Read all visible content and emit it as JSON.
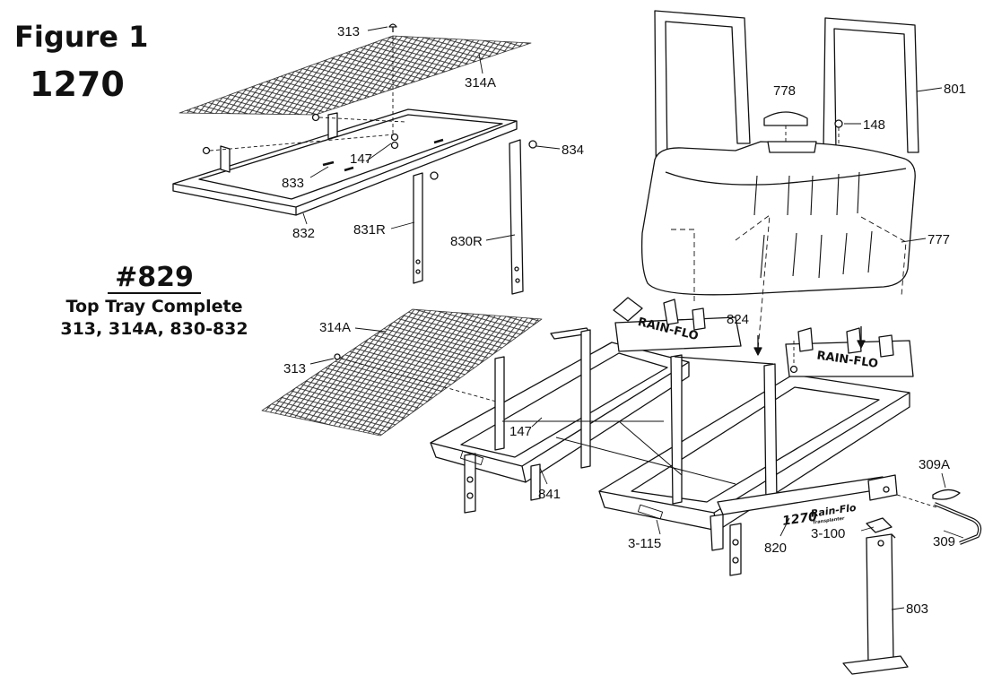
{
  "figure": {
    "title": "Figure 1",
    "model": "1270"
  },
  "kit": {
    "number": "#829",
    "name": "Top Tray Complete",
    "contents": "313, 314A, 830-832"
  },
  "decals": {
    "brand_left": "RAIN-FLO",
    "brand_right": "RAIN-FLO",
    "side_model": "1270",
    "side_brand": "Rain-Flo",
    "side_sub": "Transplanter"
  },
  "parts": {
    "p313_top": "313",
    "p314A_top": "314A",
    "p832": "832",
    "p833": "833",
    "p147_top": "147",
    "p831R": "831R",
    "p830R": "830R",
    "p834": "834",
    "p778": "778",
    "p148": "148",
    "p801": "801",
    "p777": "777",
    "p824": "824",
    "p314A_low": "314A",
    "p313_low": "313",
    "p147_low": "147",
    "p841": "841",
    "p3_115": "3-115",
    "p820": "820",
    "p3_100": "3-100",
    "p309A": "309A",
    "p309": "309",
    "p803": "803"
  }
}
